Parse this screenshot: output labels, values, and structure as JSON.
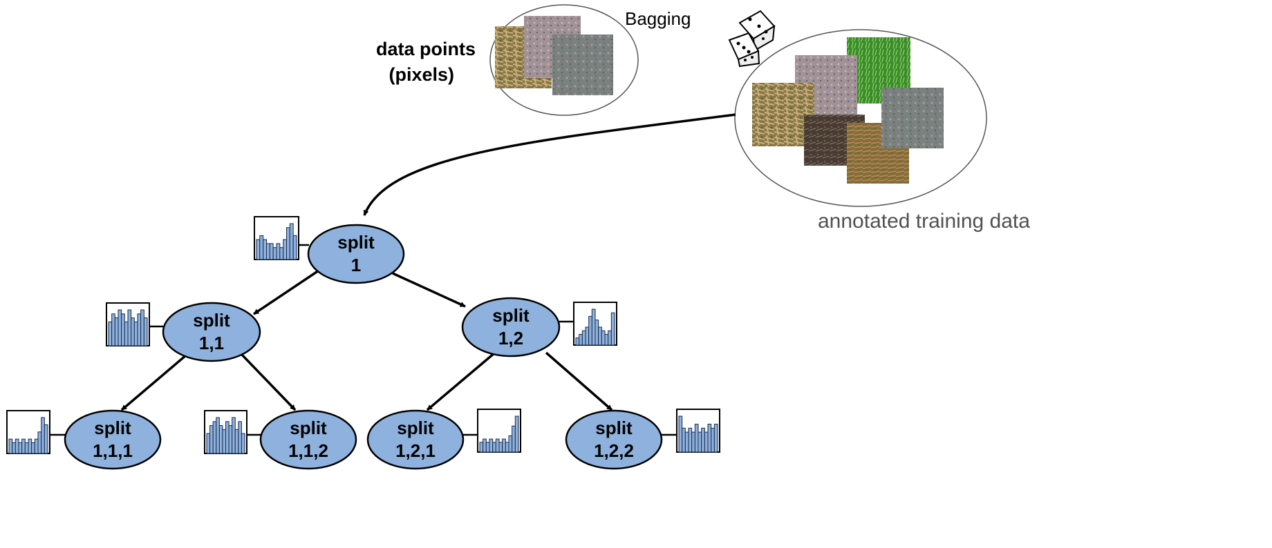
{
  "labels": {
    "data_points_line1": "data points",
    "data_points_line2": "(pixels)",
    "bagging": "Bagging",
    "annotated_training_data": "annotated training data"
  },
  "icons": {
    "dice": "dice-icon",
    "texture": "soil-texture-icon",
    "histogram": "histogram-icon"
  },
  "colors": {
    "node_fill": "#8eb1dd",
    "node_stroke": "#000000",
    "text_grey": "#505050"
  },
  "nodes": [
    {
      "id": "n1",
      "line1": "split",
      "line2": "1",
      "histogram": [
        5,
        6,
        5,
        4,
        4,
        3,
        4,
        3,
        5,
        8,
        9,
        6
      ]
    },
    {
      "id": "n11",
      "line1": "split",
      "line2": "1,1",
      "histogram": [
        6,
        8,
        7,
        9,
        8,
        6,
        9,
        7,
        6,
        8,
        9,
        7
      ]
    },
    {
      "id": "n12",
      "line1": "split",
      "line2": "1,2",
      "histogram": [
        2,
        3,
        4,
        5,
        8,
        10,
        7,
        5,
        4,
        3,
        4,
        9
      ]
    },
    {
      "id": "n111",
      "line1": "split",
      "line2": "1,1,1",
      "histogram": [
        4,
        3,
        4,
        3,
        4,
        3,
        4,
        3,
        4,
        6,
        10,
        8
      ]
    },
    {
      "id": "n112",
      "line1": "split",
      "line2": "1,1,2",
      "histogram": [
        5,
        7,
        8,
        9,
        7,
        6,
        8,
        7,
        9,
        6,
        8,
        5
      ]
    },
    {
      "id": "n121",
      "line1": "split",
      "line2": "1,2,1",
      "histogram": [
        3,
        4,
        3,
        4,
        3,
        4,
        3,
        4,
        3,
        5,
        8,
        11
      ]
    },
    {
      "id": "n122",
      "line1": "split",
      "line2": "1,2,2",
      "histogram": [
        9,
        6,
        5,
        6,
        5,
        7,
        5,
        6,
        5,
        7,
        6,
        7
      ]
    }
  ]
}
